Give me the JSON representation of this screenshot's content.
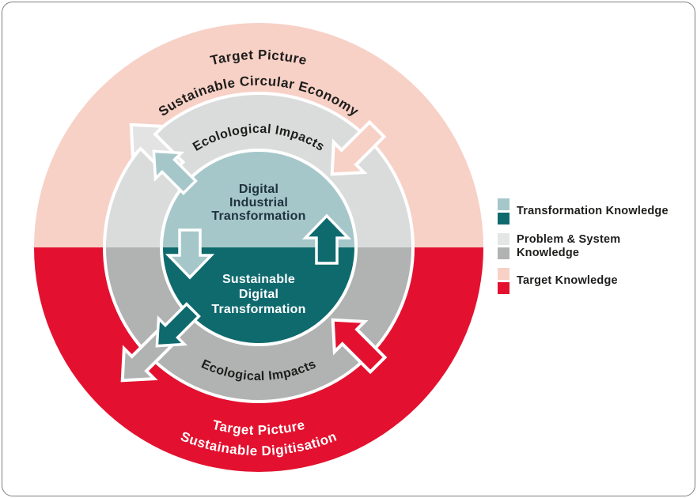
{
  "colors": {
    "pink": "#f7d0c6",
    "red": "#e3112f",
    "gray_light": "#dadcdb",
    "gray_dark": "#b1b3b2",
    "teal_light": "#a5c7ca",
    "teal_dark": "#0f6a6e",
    "arrow_gray_light": "#e2e3e2",
    "legend_gray_light": "#e4e5e5",
    "text_dark": "#1d1d1b",
    "text_navy": "#20333f",
    "white": "#ffffff"
  },
  "diagram": {
    "outer_top_line1": "Target Picture",
    "outer_top_line2": "Sustainable Circular Economy",
    "ring_top_label": "Ecolological Impacts",
    "inner_top_line1": "Digital",
    "inner_top_line2": "Industrial",
    "inner_top_line3": "Transformation",
    "inner_bottom_line1": "Sustainable",
    "inner_bottom_line2": "Digital",
    "inner_bottom_line3": "Transformation",
    "ring_bottom_label": "Ecological Impacts",
    "outer_bottom_line1": "Target Picture",
    "outer_bottom_line2": "Sustainable Digitisation"
  },
  "legend": {
    "row1_label": "Transformation Knowledge",
    "row2_label_line1": "Problem & System",
    "row2_label_line2": "Knowledge",
    "row3_label": "Target Knowledge"
  }
}
